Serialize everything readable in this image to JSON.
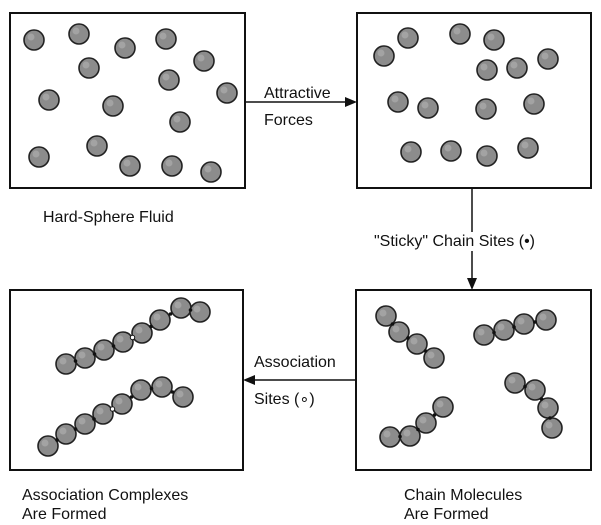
{
  "panels": {
    "hard_sphere": {
      "caption": "Hard-Sphere Fluid"
    },
    "attractive": {},
    "chain": {
      "caption_line1": "Chain Molecules",
      "caption_line2": "Are Formed"
    },
    "association": {
      "caption_line1": "Association Complexes",
      "caption_line2": "Are Formed"
    }
  },
  "arrows": {
    "attractive_forces": {
      "line1": "Attractive",
      "line2": "Forces"
    },
    "sticky_sites": {
      "text": "\"Sticky\" Chain Sites (•)"
    },
    "association_sites": {
      "line1": "Association",
      "line2": "Sites (∘)"
    }
  },
  "colors": {
    "sphere_fill": "#8c8c8c",
    "sphere_stroke": "#222222",
    "frame": "#111111"
  }
}
